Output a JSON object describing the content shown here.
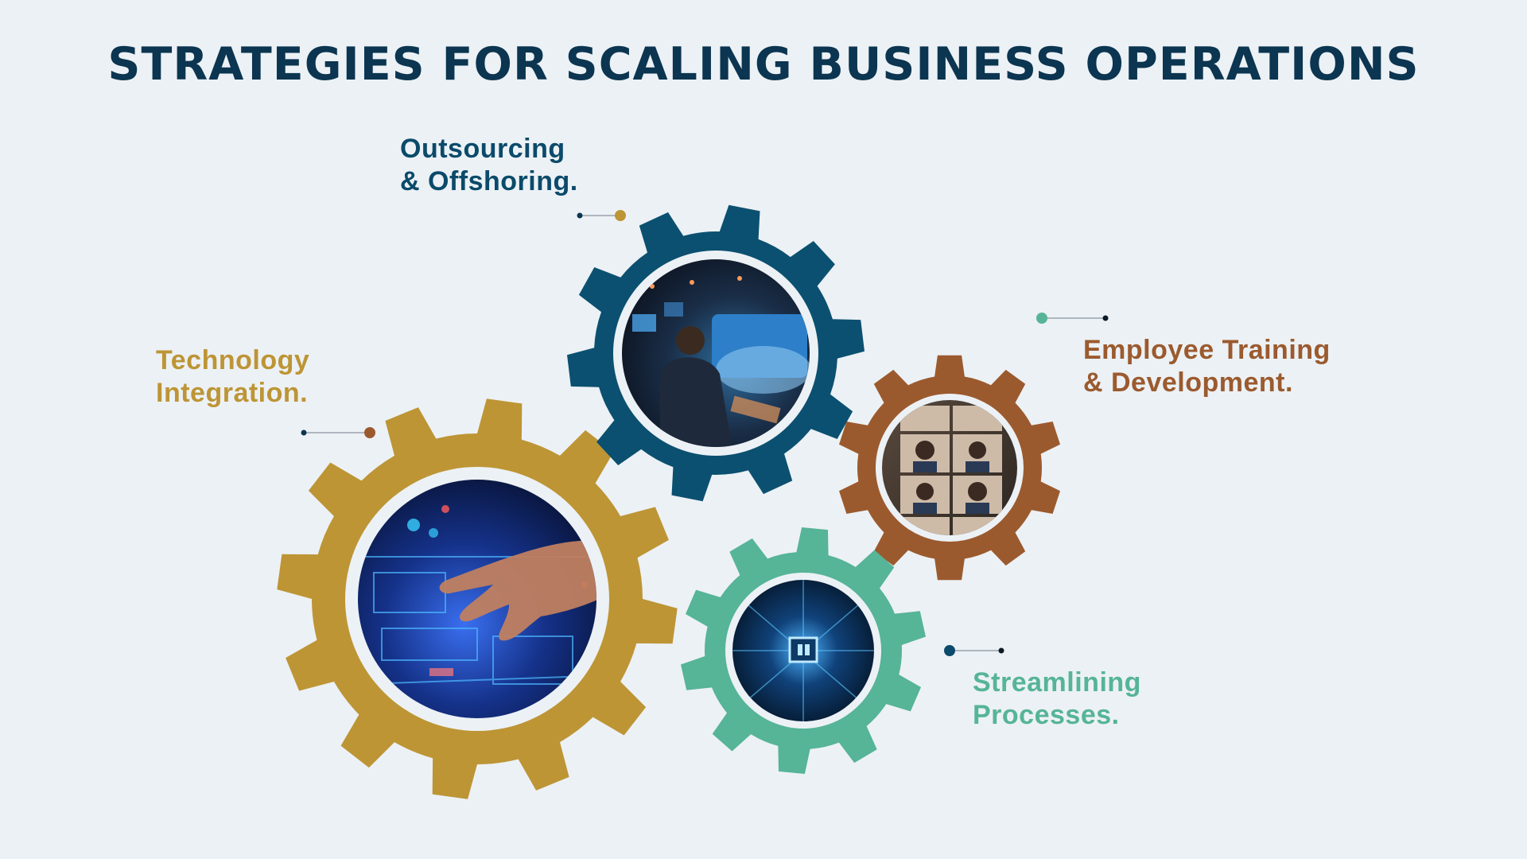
{
  "title": "STRATEGIES FOR SCALING BUSINESS OPERATIONS",
  "strategies": [
    {
      "line1": "Outsourcing",
      "line2": "& Offshoring.",
      "color": "#0b4a6a",
      "gear_color": "#0b5070"
    },
    {
      "line1": "Technology",
      "line2": "Integration.",
      "color": "#bd9535",
      "gear_color": "#bd9535"
    },
    {
      "line1": "Employee Training",
      "line2": "& Development.",
      "color": "#9b5a2e",
      "gear_color": "#9b5a2e"
    },
    {
      "line1": "Streamlining",
      "line2": "Processes.",
      "color": "#56b497",
      "gear_color": "#56b497"
    }
  ],
  "background": "#ecf1f5"
}
